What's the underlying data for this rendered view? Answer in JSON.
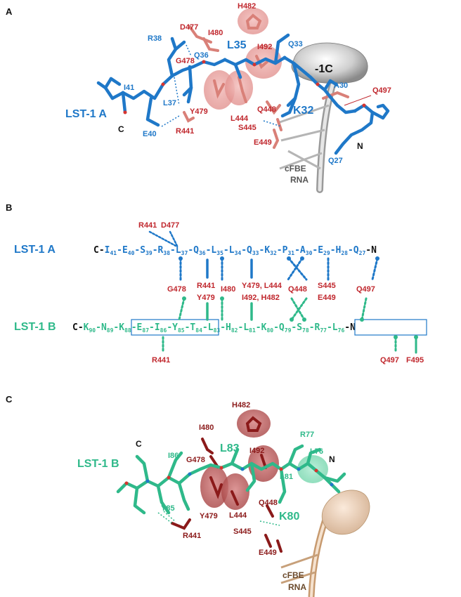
{
  "panels": {
    "a": "A",
    "b": "B",
    "c": "C"
  },
  "panel_a": {
    "chain_label": "LST-1 A",
    "c_term": "C",
    "n_term": "N",
    "peak": "L35",
    "k_label": "K32",
    "neg1c": "-1C",
    "rna": [
      "cFBE",
      "RNA"
    ],
    "blue_residues": [
      "R38",
      "Q36",
      "I41",
      "L37",
      "E40",
      "Q33",
      "A30",
      "Q27"
    ],
    "red_residues": [
      "H482",
      "D477",
      "I480",
      "I492",
      "G478",
      "Y479",
      "L444",
      "Q448",
      "R441",
      "S445",
      "E449",
      "Q497"
    ]
  },
  "panel_b": {
    "chain_a_label": "LST-1 A",
    "chain_b_label": "LST-1 B",
    "seq_a": [
      "C-",
      "I",
      "41",
      "-E",
      "40",
      "-S",
      "39",
      "-R",
      "38",
      "-L",
      "37",
      "-Q",
      "36",
      "-L",
      "35",
      "-L",
      "34",
      "-Q",
      "33",
      "-K",
      "32",
      "-P",
      "31",
      "-A",
      "30",
      "-E",
      "29",
      "-H",
      "28",
      "-Q",
      "27",
      "-N"
    ],
    "seq_b": [
      "C-",
      "K",
      "90",
      "-N",
      "89",
      "-",
      "K",
      "88",
      "-E",
      "87",
      "-I",
      "86",
      "-Y",
      "85",
      "-T",
      "84",
      "-L",
      "83",
      "-H",
      "82",
      "-L",
      "81",
      "-K",
      "80",
      "-",
      "Q",
      "79",
      "-S",
      "78",
      "-R",
      "77",
      "-L",
      "76",
      "-N"
    ],
    "top_contacts": [
      "R441",
      "D477"
    ],
    "middle_contacts": [
      "G478",
      "R441",
      "Y479",
      "I480",
      "Y479, L444",
      "I492, H482",
      "Q448",
      "S445",
      "E449",
      "Q497"
    ],
    "bottom_contacts": [
      "R441",
      "Q497",
      "F495"
    ]
  },
  "panel_c": {
    "chain_label": "LST-1 B",
    "c_term": "C",
    "n_term": "N",
    "peak": "L83",
    "k_label": "K80",
    "rna": [
      "cFBE",
      "RNA"
    ],
    "green_residues": [
      "I86",
      "Y85",
      "R77",
      "L76",
      "L81"
    ],
    "red_residues": [
      "H482",
      "I480",
      "G478",
      "I492",
      "Y479",
      "L444",
      "Q448",
      "S445",
      "E449",
      "R441"
    ]
  },
  "colors": {
    "blue": "#1f78c8",
    "green": "#2fb98a",
    "red": "#c0272d",
    "dark_red": "#8b1a1a"
  }
}
